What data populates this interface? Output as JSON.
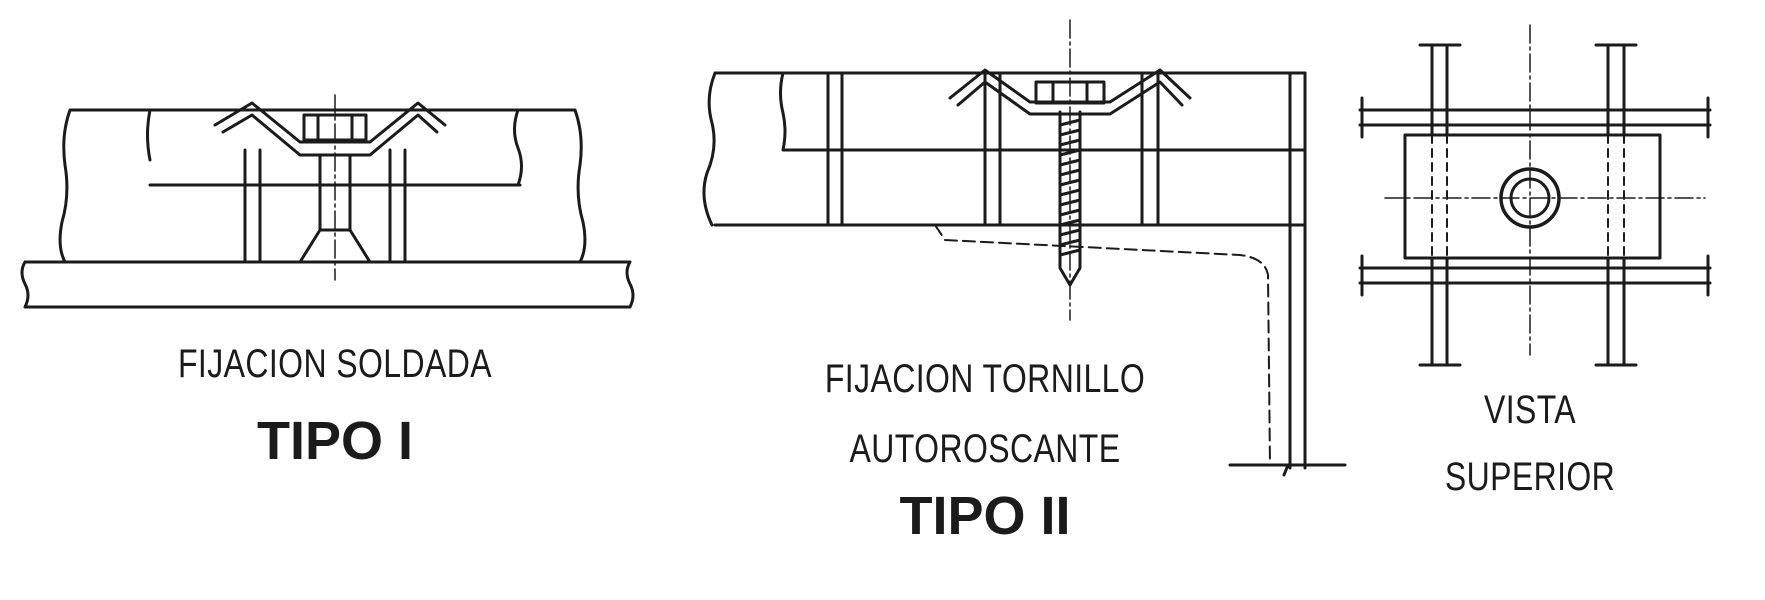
{
  "type_i": {
    "caption": "FIJACION SOLDADA",
    "type_label": "TIPO I"
  },
  "type_ii": {
    "caption_line1": "FIJACION TORNILLO",
    "caption_line2": "AUTOROSCANTE",
    "type_label": "TIPO II"
  },
  "top_view": {
    "caption_line1": "VISTA",
    "caption_line2": "SUPERIOR"
  },
  "colors": {
    "ink": "#1b1b1b",
    "background": "#ffffff"
  }
}
